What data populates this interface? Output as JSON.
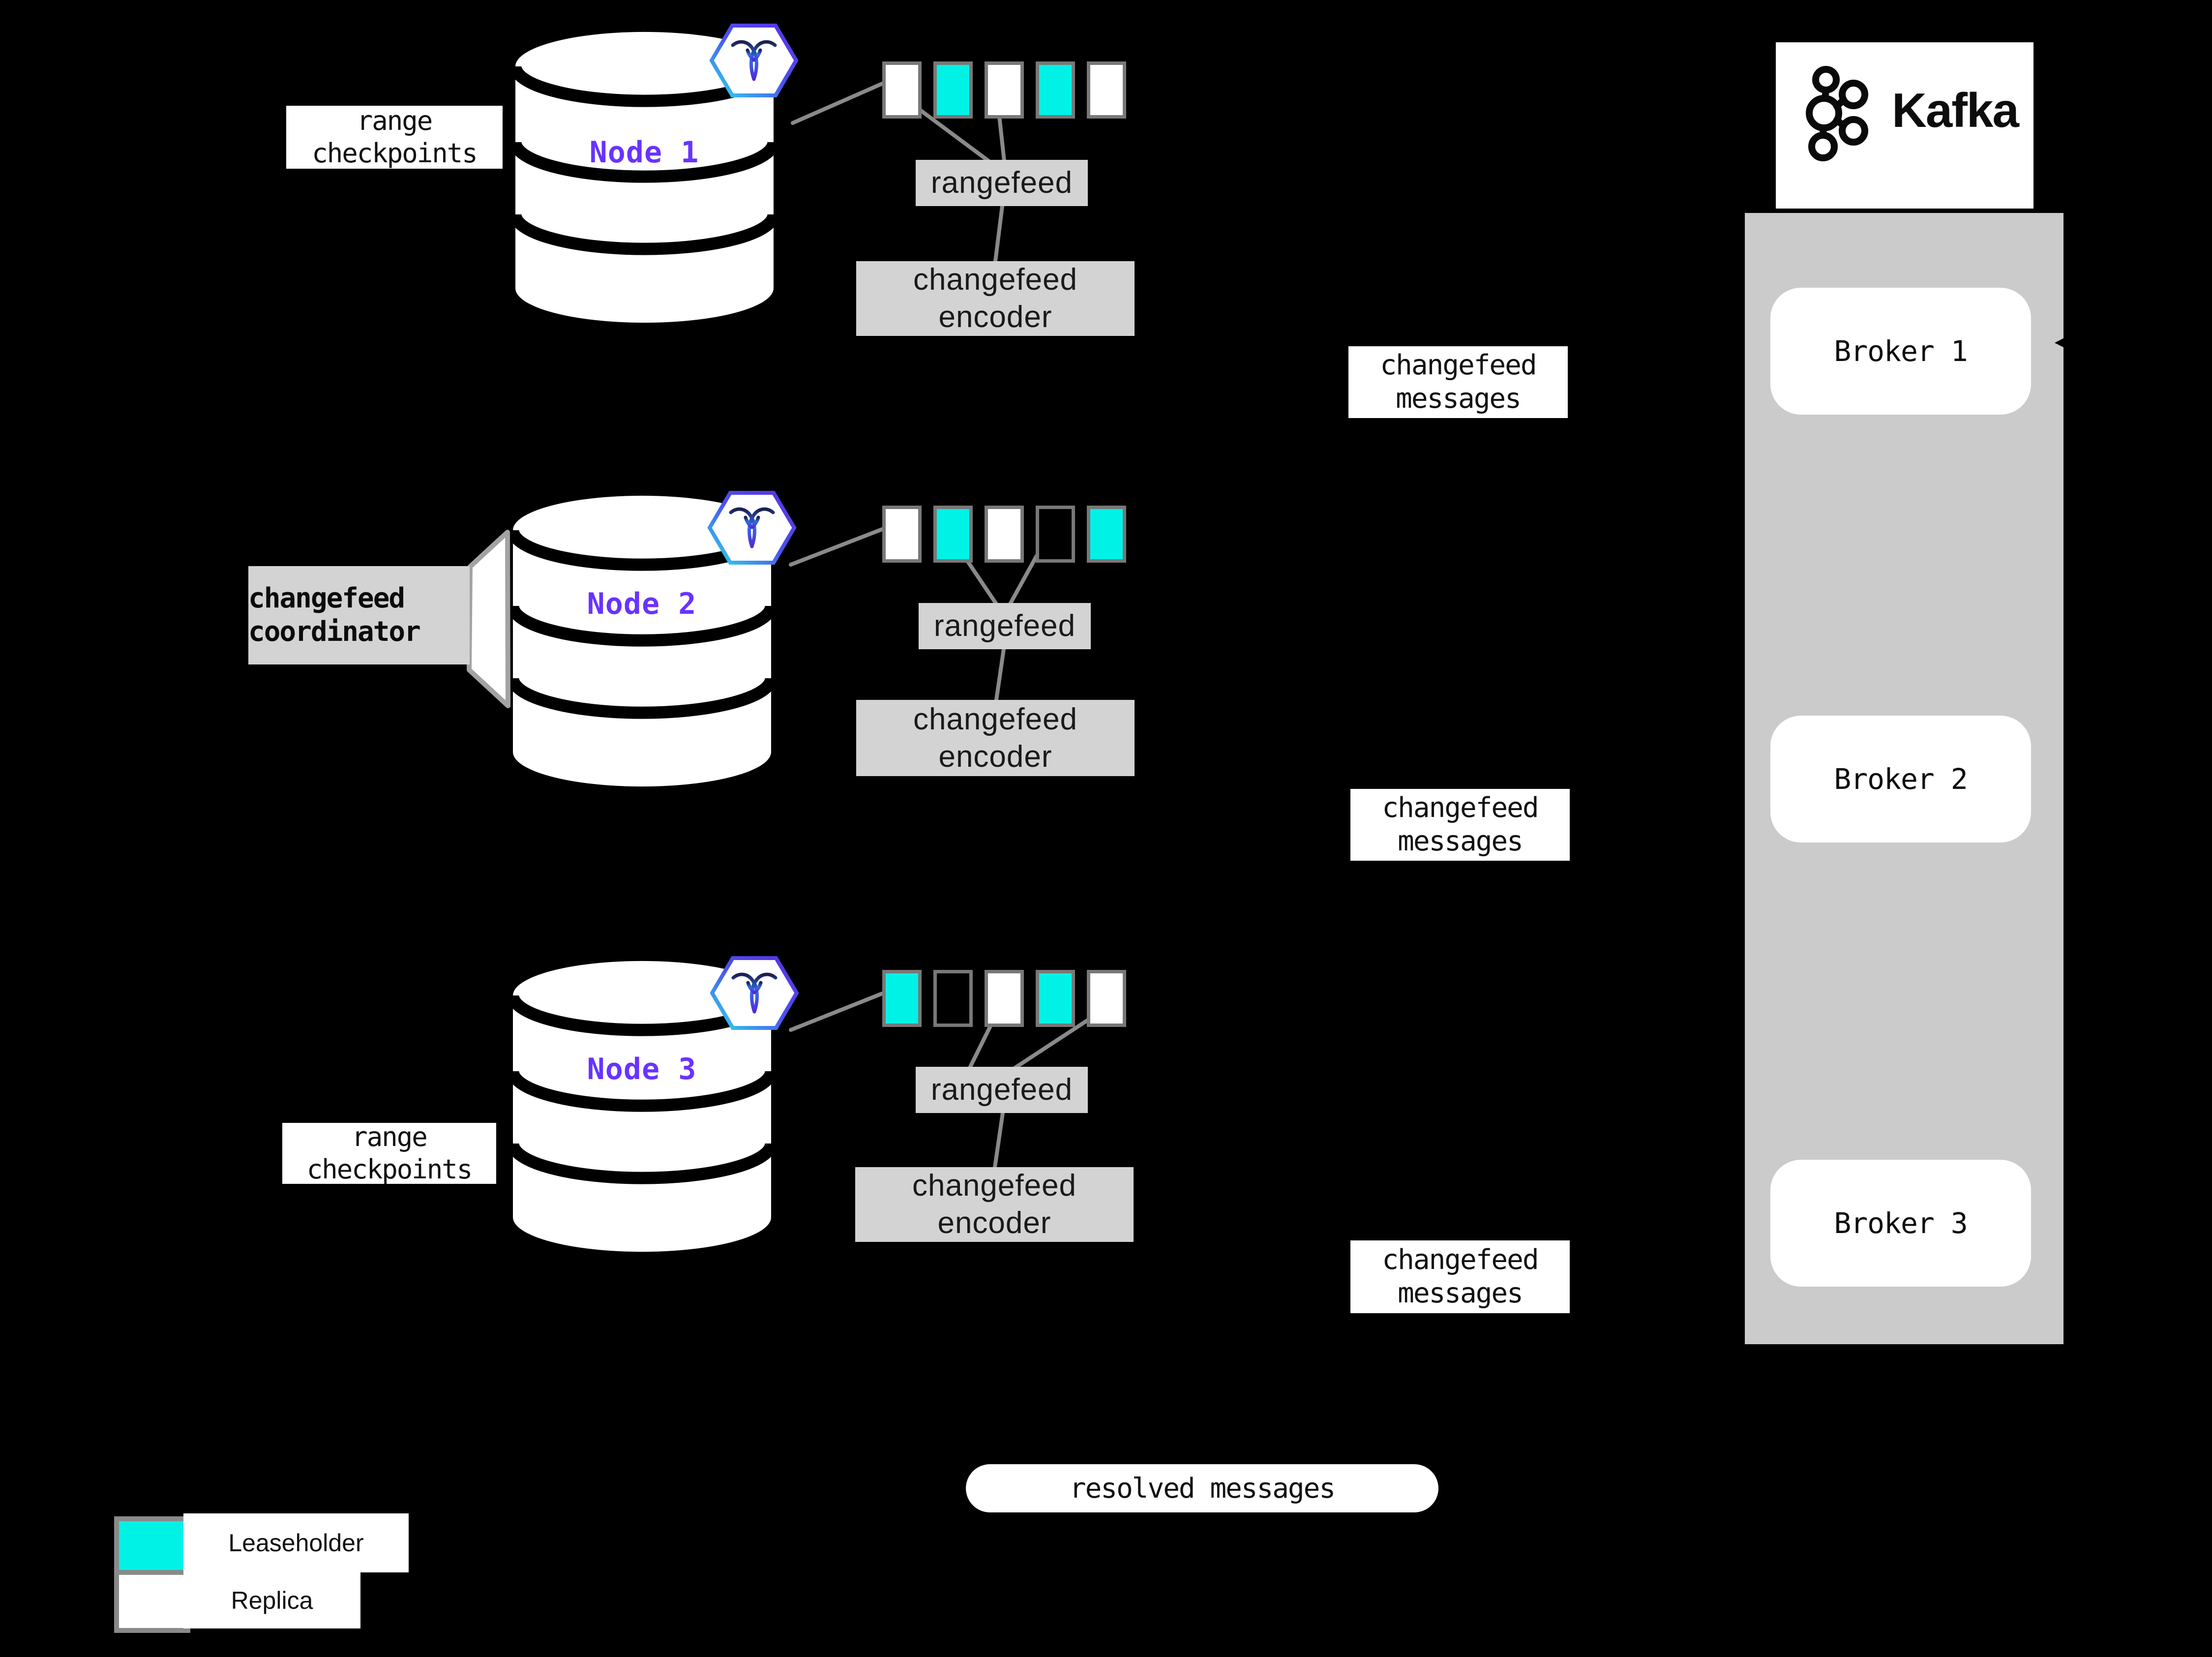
{
  "colors": {
    "background": "#000000",
    "leaseholder": "#00f2e6",
    "replica": "#ffffff",
    "empty": "transparent",
    "node_label_purple": "#6933ff",
    "box_gray": "#d3d3d3",
    "kafka_container_gray": "#cbcbcb",
    "square_border_gray": "#787878",
    "connector_gray": "#8a8a8a"
  },
  "labels": {
    "range_checkpoints": {
      "line1": "range",
      "line2": "checkpoints"
    },
    "rangefeed": "rangefeed",
    "changefeed_encoder": {
      "line1": "changefeed",
      "line2": "encoder"
    },
    "changefeed_messages": {
      "line1": "changefeed",
      "line2": "messages"
    },
    "coordinator": {
      "line1": "changefeed",
      "line2": "coordinator"
    },
    "resolved_messages": "resolved messages"
  },
  "nodes": [
    {
      "label": "Node 1",
      "replicas": [
        "replica",
        "leaseholder",
        "replica",
        "leaseholder",
        "replica"
      ]
    },
    {
      "label": "Node 2",
      "replicas": [
        "replica",
        "leaseholder",
        "replica",
        "empty",
        "leaseholder"
      ]
    },
    {
      "label": "Node 3",
      "replicas": [
        "leaseholder",
        "empty",
        "replica",
        "leaseholder",
        "replica"
      ]
    }
  ],
  "kafka": {
    "title": "Kafka",
    "brokers": [
      {
        "label": "Broker 1"
      },
      {
        "label": "Broker 2"
      },
      {
        "label": "Broker 3"
      }
    ]
  },
  "legend": {
    "items": [
      {
        "label": "Leaseholder",
        "type": "leaseholder"
      },
      {
        "label": "Replica",
        "type": "replica"
      }
    ]
  }
}
